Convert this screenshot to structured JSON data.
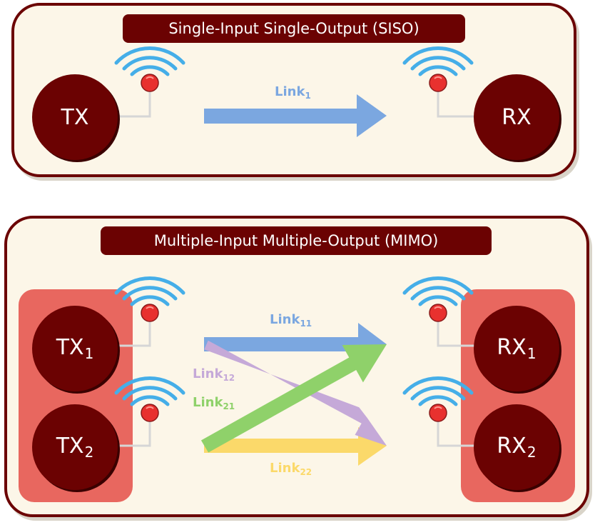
{
  "siso": {
    "title": "Single-Input Single-Output (SISO)",
    "tx": "TX",
    "rx": "RX",
    "link": {
      "base": "Link",
      "sub": "1"
    }
  },
  "mimo": {
    "title": "Multiple-Input Multiple-Output (MIMO)",
    "tx1": {
      "base": "TX",
      "sub": "1"
    },
    "tx2": {
      "base": "TX",
      "sub": "2"
    },
    "rx1": {
      "base": "RX",
      "sub": "1"
    },
    "rx2": {
      "base": "RX",
      "sub": "2"
    },
    "link11": {
      "base": "Link",
      "sub": "11"
    },
    "link12": {
      "base": "Link",
      "sub": "12"
    },
    "link21": {
      "base": "Link",
      "sub": "21"
    },
    "link22": {
      "base": "Link",
      "sub": "22"
    }
  },
  "colors": {
    "dark_red": "#6b0202",
    "panel_bg": "#fcf6e8",
    "group_bg": "#e8675f",
    "antenna_wave": "#45aee8",
    "antenna_tip": "#e8312f",
    "link_blue": "#7ba7e0",
    "link_purple": "#c5a9d8",
    "link_green": "#8fd16a",
    "link_yellow": "#fbd96a"
  }
}
